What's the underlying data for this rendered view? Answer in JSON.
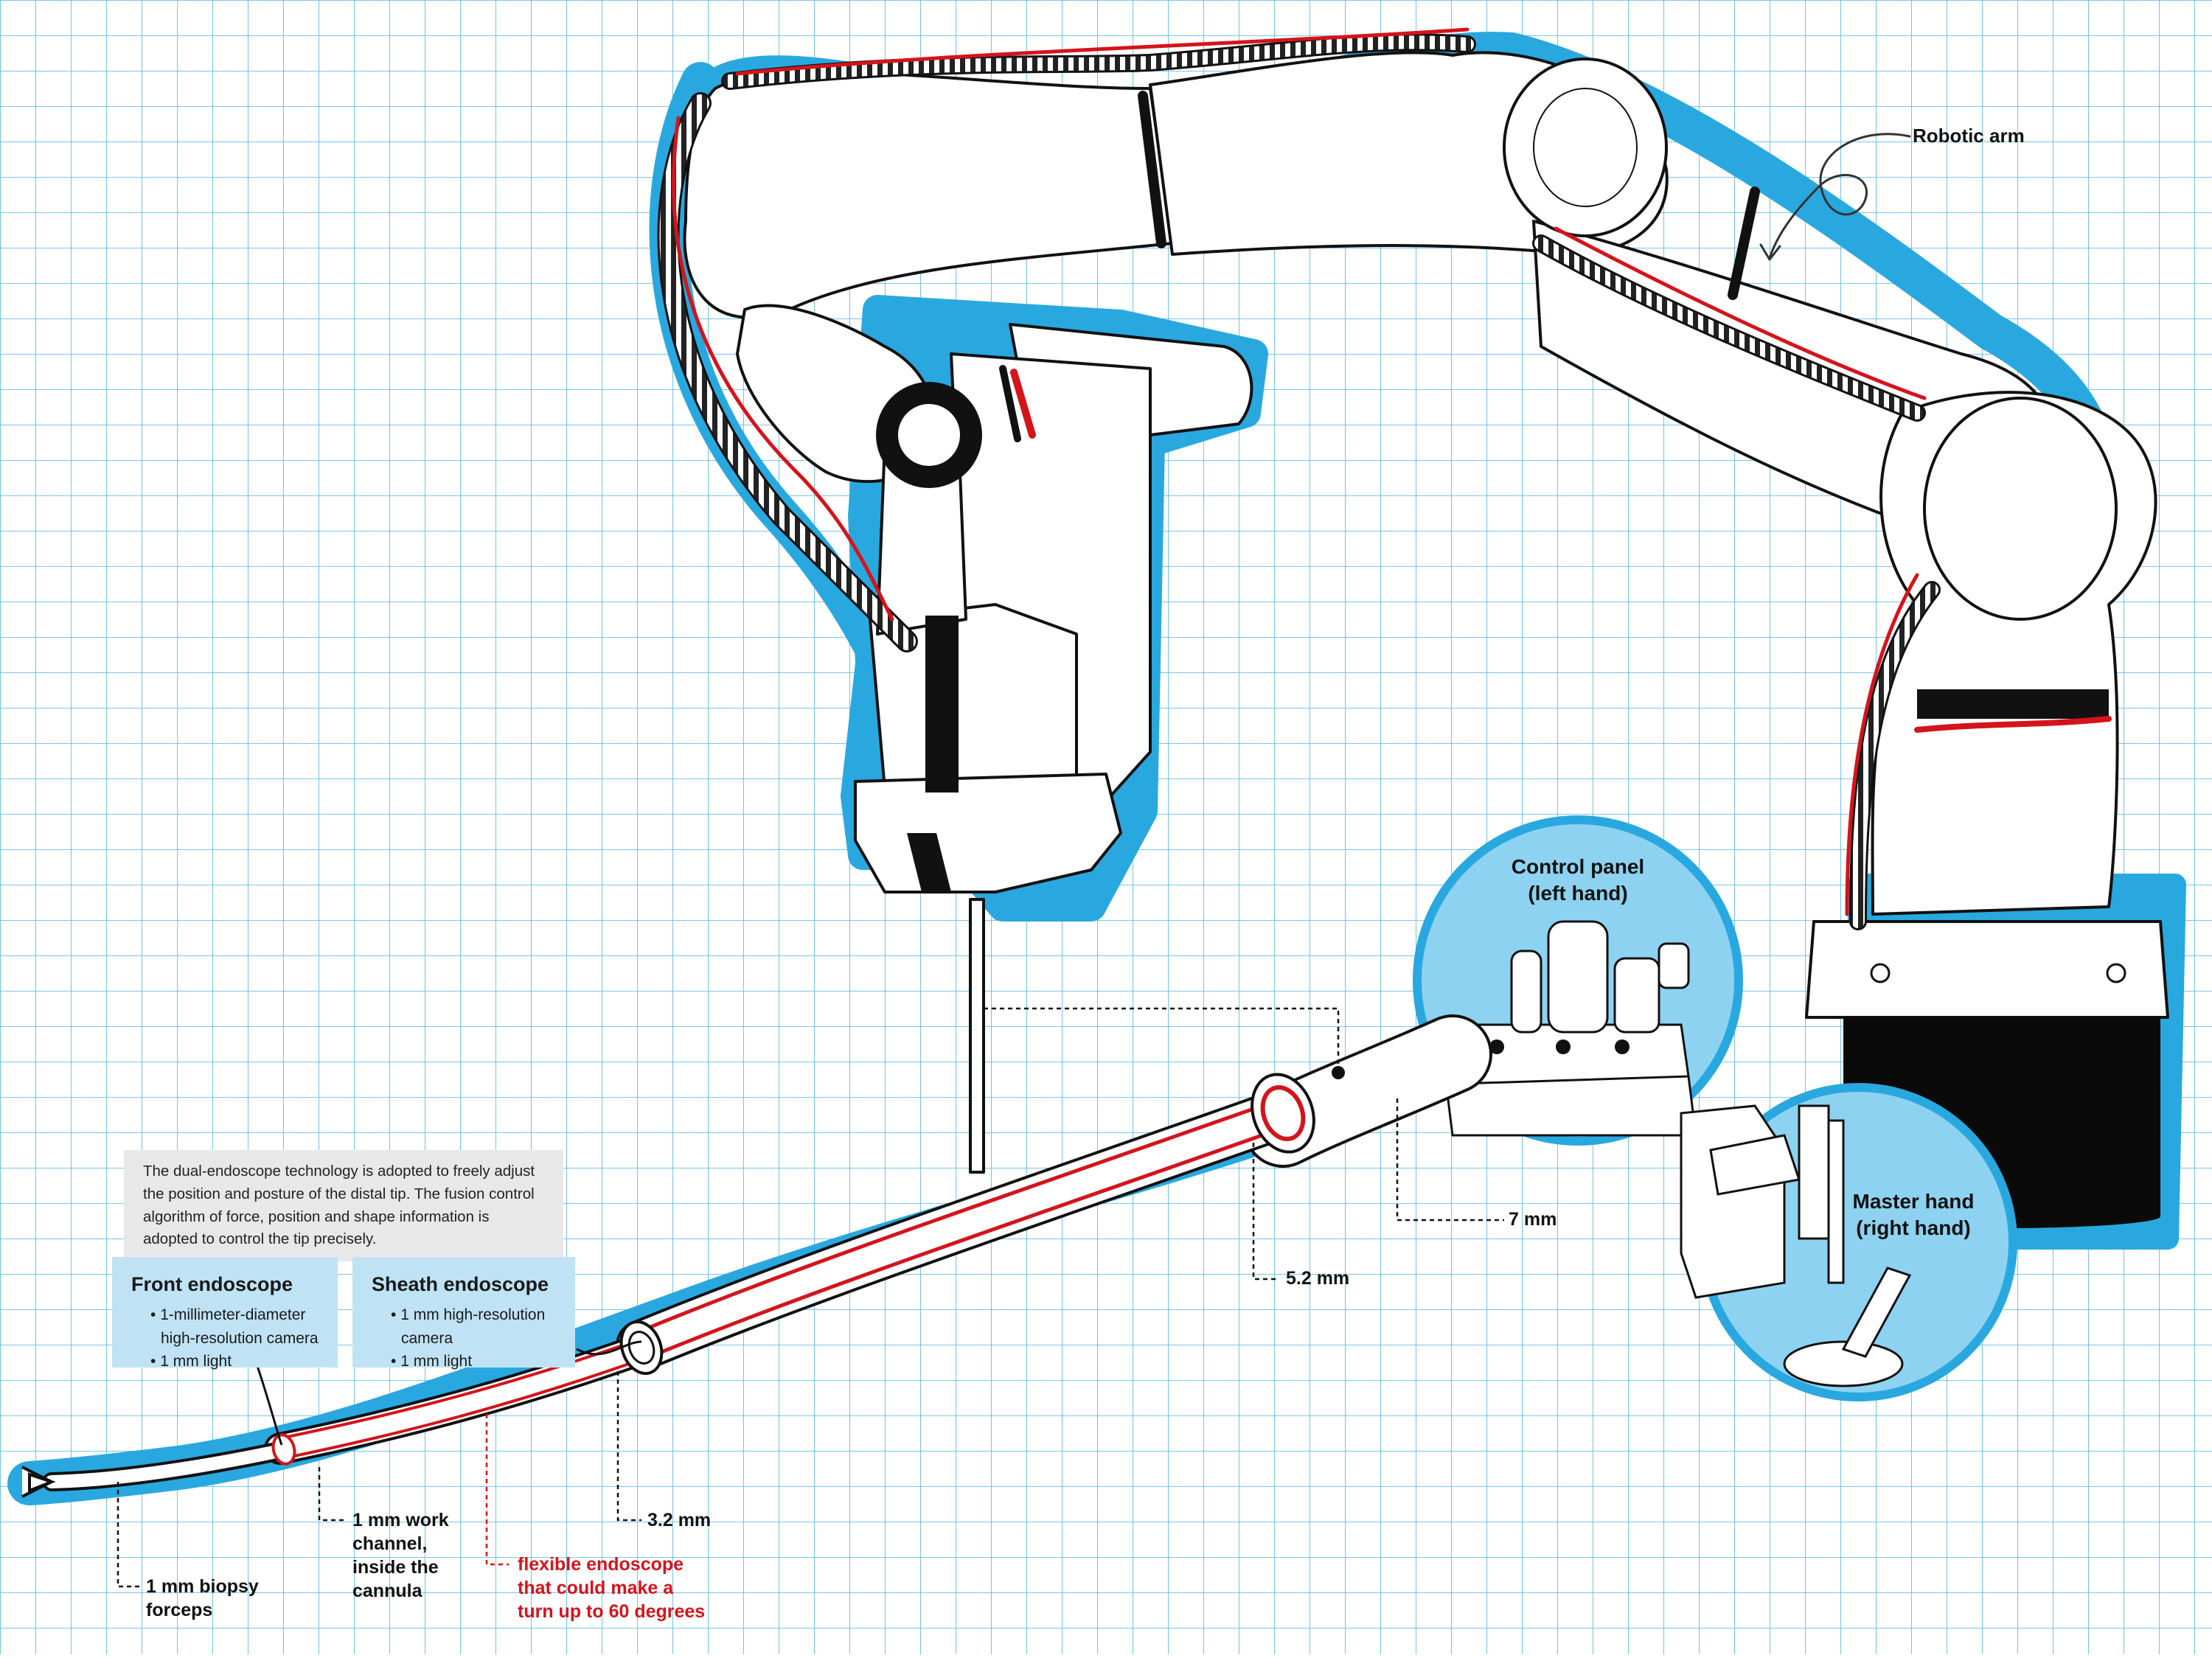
{
  "labels": {
    "robotic_arm": "Robotic arm",
    "control_panel": "Control panel\n(left hand)",
    "master_hand": "Master hand\n(right hand)",
    "dim_7mm": "7 mm",
    "dim_52mm": "5.2 mm",
    "dim_32mm": "3.2 mm",
    "work_channel": "1 mm work\nchannel,\ninside the\ncannula",
    "biopsy_forceps": "1 mm biopsy\nforceps",
    "flexible_endoscope": "flexible endoscope\nthat could make a\nturn up to 60 degrees"
  },
  "note": "The dual-endoscope technology is adopted to freely adjust the position and posture of the distal tip. The fusion control algorithm of force, position and shape information is adopted to control the tip precisely.",
  "front_endoscope": {
    "title": "Front endoscope",
    "items": [
      "1-millimeter-diameter high-resolution camera",
      "1 mm light"
    ]
  },
  "sheath_endoscope": {
    "title": "Sheath endoscope",
    "items": [
      "1 mm high-resolution camera",
      "1 mm light"
    ]
  },
  "colors": {
    "grid": "#3fa7dd",
    "halo": "#29a8e0",
    "circle_fill": "#8dd3f1",
    "callout": "#bfe3f5",
    "accent_red": "#d4141b",
    "ink": "#111111"
  }
}
